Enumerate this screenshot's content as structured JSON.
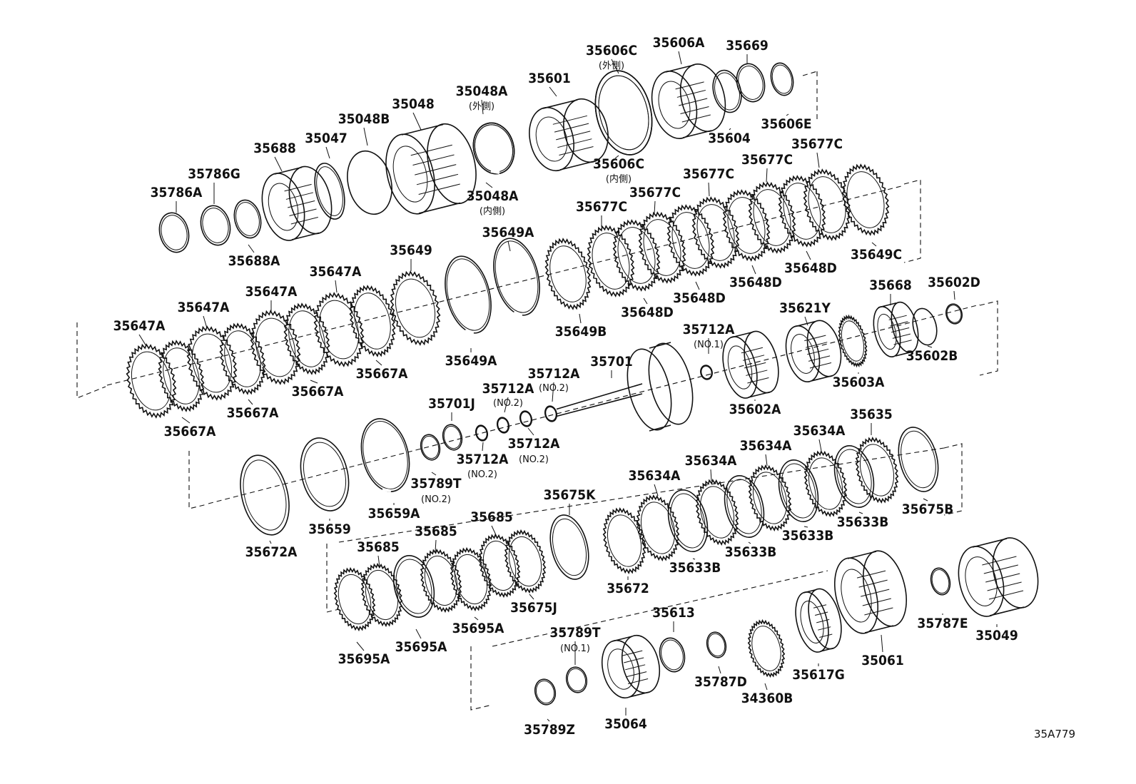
{
  "diagram": {
    "reference": "35A779",
    "parts": [
      {
        "label": "35786A"
      },
      {
        "label": "35786G"
      },
      {
        "label": "35688A"
      },
      {
        "label": "35688"
      },
      {
        "label": "35047"
      },
      {
        "label": "35048B"
      },
      {
        "label": "35048"
      },
      {
        "label": "35048A",
        "note": "(外側)"
      },
      {
        "label": "35048A",
        "note": "(内側)"
      },
      {
        "label": "35601"
      },
      {
        "label": "35606C",
        "note": "(外側)"
      },
      {
        "label": "35606C",
        "note": "(内側)"
      },
      {
        "label": "35606A"
      },
      {
        "label": "35604"
      },
      {
        "label": "35669"
      },
      {
        "label": "35606E"
      },
      {
        "label": "35647A"
      },
      {
        "label": "35647A"
      },
      {
        "label": "35647A"
      },
      {
        "label": "35647A"
      },
      {
        "label": "35667A"
      },
      {
        "label": "35667A"
      },
      {
        "label": "35667A"
      },
      {
        "label": "35667A"
      },
      {
        "label": "35649"
      },
      {
        "label": "35649A"
      },
      {
        "label": "35649A"
      },
      {
        "label": "35649B"
      },
      {
        "label": "35677C"
      },
      {
        "label": "35677C"
      },
      {
        "label": "35677C"
      },
      {
        "label": "35677C"
      },
      {
        "label": "35677C"
      },
      {
        "label": "35648D"
      },
      {
        "label": "35648D"
      },
      {
        "label": "35648D"
      },
      {
        "label": "35648D"
      },
      {
        "label": "35649C"
      },
      {
        "label": "35621Y"
      },
      {
        "label": "35668"
      },
      {
        "label": "35602D"
      },
      {
        "label": "35602B"
      },
      {
        "label": "35603A"
      },
      {
        "label": "35712A",
        "note": "(NO.1)"
      },
      {
        "label": "35602A"
      },
      {
        "label": "35701"
      },
      {
        "label": "35712A",
        "note": "(NO.2)"
      },
      {
        "label": "35712A",
        "note": "(NO.2)"
      },
      {
        "label": "35712A",
        "note": "(NO.2)"
      },
      {
        "label": "35712A",
        "note": "(NO.2)"
      },
      {
        "label": "35701J"
      },
      {
        "label": "35789T",
        "note": "(NO.2)"
      },
      {
        "label": "35672A"
      },
      {
        "label": "35659"
      },
      {
        "label": "35659A"
      },
      {
        "label": "35635"
      },
      {
        "label": "35634A"
      },
      {
        "label": "35634A"
      },
      {
        "label": "35634A"
      },
      {
        "label": "35634A"
      },
      {
        "label": "35633B"
      },
      {
        "label": "35633B"
      },
      {
        "label": "35633B"
      },
      {
        "label": "35633B"
      },
      {
        "label": "35675B"
      },
      {
        "label": "35675K"
      },
      {
        "label": "35672"
      },
      {
        "label": "35685"
      },
      {
        "label": "35685"
      },
      {
        "label": "35685"
      },
      {
        "label": "35695A"
      },
      {
        "label": "35695A"
      },
      {
        "label": "35695A"
      },
      {
        "label": "35675J"
      },
      {
        "label": "35613"
      },
      {
        "label": "35789T",
        "note": "(NO.1)"
      },
      {
        "label": "35789Z"
      },
      {
        "label": "35064"
      },
      {
        "label": "35787D"
      },
      {
        "label": "34360B"
      },
      {
        "label": "35617G"
      },
      {
        "label": "35061"
      },
      {
        "label": "35787E"
      },
      {
        "label": "35049"
      }
    ]
  }
}
